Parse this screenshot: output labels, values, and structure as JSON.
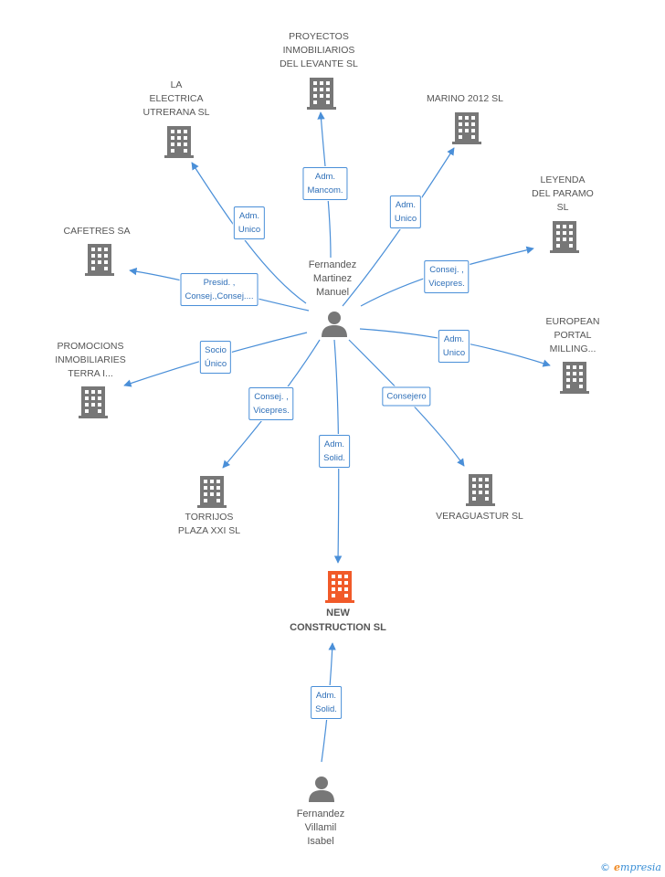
{
  "colors": {
    "line": "#4a8fd8",
    "icon_gray": "#777777",
    "icon_main": "#f15a29",
    "text": "#555555"
  },
  "main_company": {
    "name": "NEW\nCONSTRUCTION SL",
    "icon": "building-icon"
  },
  "center_person": {
    "name": "Fernandez\nMartinez\nManuel",
    "icon": "person-icon"
  },
  "bottom_person": {
    "name": "Fernandez\nVillamil\nIsabel",
    "icon": "person-icon",
    "relation": "Adm.\nSolid."
  },
  "center_to_main": {
    "relation": "Adm.\nSolid."
  },
  "companies": [
    {
      "key": "proyectos",
      "name": "PROYECTOS\nINMOBILIARIOS\nDEL LEVANTE SL",
      "relation": "Adm.\nMancom."
    },
    {
      "key": "electrica",
      "name": "LA\nELECTRICA\nUTRERANA SL",
      "relation": "Adm.\nUnico"
    },
    {
      "key": "marino",
      "name": "MARINO 2012 SL",
      "relation": "Adm.\nUnico"
    },
    {
      "key": "leyenda",
      "name": "LEYENDA\nDEL PARAMO\nSL",
      "relation": "Consej. ,\nVicepres."
    },
    {
      "key": "cafetres",
      "name": "CAFETRES SA",
      "relation": "Presid. ,\nConsej.,Consej...."
    },
    {
      "key": "european",
      "name": "EUROPEAN\nPORTAL\nMILLING...",
      "relation": "Adm.\nUnico"
    },
    {
      "key": "promocions",
      "name": "PROMOCIONS\nINMOBILIARIES\nTERRA I...",
      "relation": "Socio\nÚnico"
    },
    {
      "key": "torrijos",
      "name": "TORRIJOS\nPLAZA XXI SL",
      "relation": "Consej. ,\nVicepres."
    },
    {
      "key": "veraguastur",
      "name": "VERAGUASTUR SL",
      "relation": "Consejero"
    }
  ],
  "footer": {
    "copyright": "©",
    "brand_e": "e",
    "brand_rest": "mpresia"
  }
}
